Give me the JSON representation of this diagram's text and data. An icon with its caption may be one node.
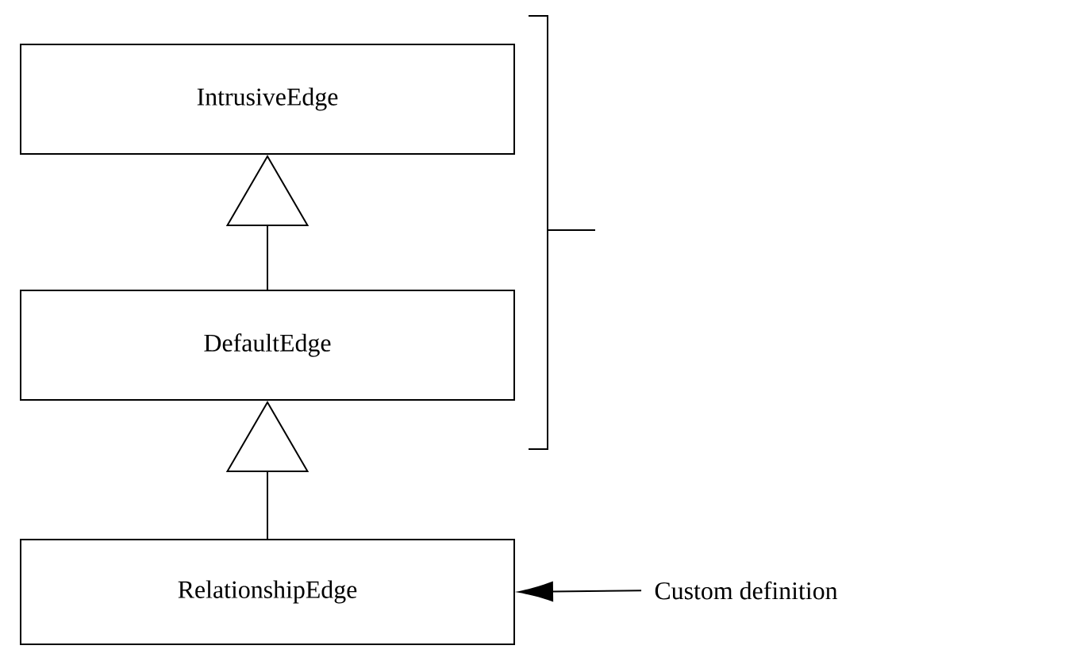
{
  "diagram": {
    "nodes": [
      {
        "text": [
          "IntrusiveEdge"
        ]
      },
      {
        "text": [
          "DefaultEdge"
        ]
      },
      {
        "text": [
          "RelationshipEdge"
        ]
      },
      {
        "text": [
          "Custom definition"
        ]
      }
    ],
    "edges": [
      {
        "from": 1,
        "to": 0,
        "arrow": "to"
      },
      {
        "from": 2,
        "to": 1,
        "arrow": "to"
      },
      {
        "from": 3,
        "to": 2,
        "arrow": "to"
      }
    ]
  }
}
